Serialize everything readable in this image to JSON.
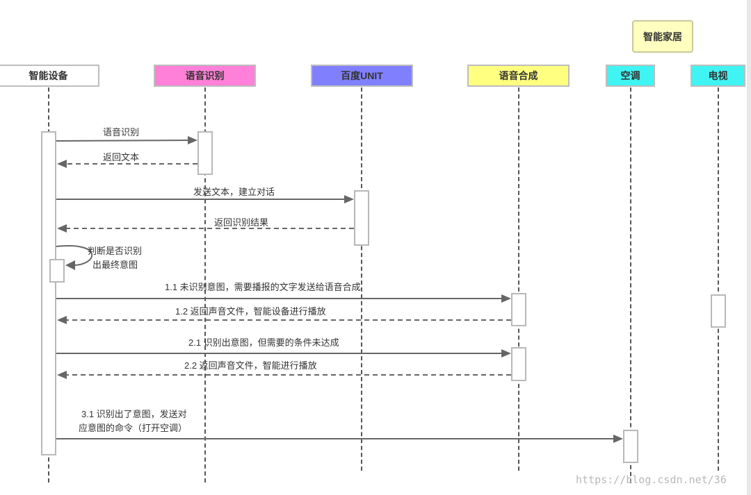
{
  "group": {
    "label": "智能家居",
    "color": "#ffffc0"
  },
  "participants": [
    {
      "id": "device",
      "label": "智能设备",
      "color": "#ffffff"
    },
    {
      "id": "asr",
      "label": "语音识别",
      "color": "#ff80d8"
    },
    {
      "id": "unit",
      "label": "百度UNIT",
      "color": "#8080ff"
    },
    {
      "id": "tts",
      "label": "语音合成",
      "color": "#ffff80"
    },
    {
      "id": "ac",
      "label": "空调",
      "color": "#40f4f4"
    },
    {
      "id": "tv",
      "label": "电视",
      "color": "#40f4f4"
    }
  ],
  "messages": [
    {
      "id": "m1",
      "text": "语音识别"
    },
    {
      "id": "m2",
      "text": "返回文本"
    },
    {
      "id": "m3",
      "text": "发送文本，建立对话"
    },
    {
      "id": "m4",
      "text": "返回识别结果"
    },
    {
      "id": "m5a",
      "text": "判断是否识别"
    },
    {
      "id": "m5b",
      "text": "出最终意图"
    },
    {
      "id": "m6",
      "text": "1.1 未识别意图，需要播报的文字发送给语音合成"
    },
    {
      "id": "m7",
      "text": "1.2 返回声音文件，智能设备进行播放"
    },
    {
      "id": "m8",
      "text": "2.1 识别出意图，但需要的条件未达成"
    },
    {
      "id": "m9",
      "text": "2.2 返回声音文件，智能进行播放"
    },
    {
      "id": "m10a",
      "text": "3.1 识别出了意图，发送对"
    },
    {
      "id": "m10b",
      "text": "应意图的命令（打开空调）"
    }
  ],
  "watermark": "https://blog.csdn.net/36"
}
